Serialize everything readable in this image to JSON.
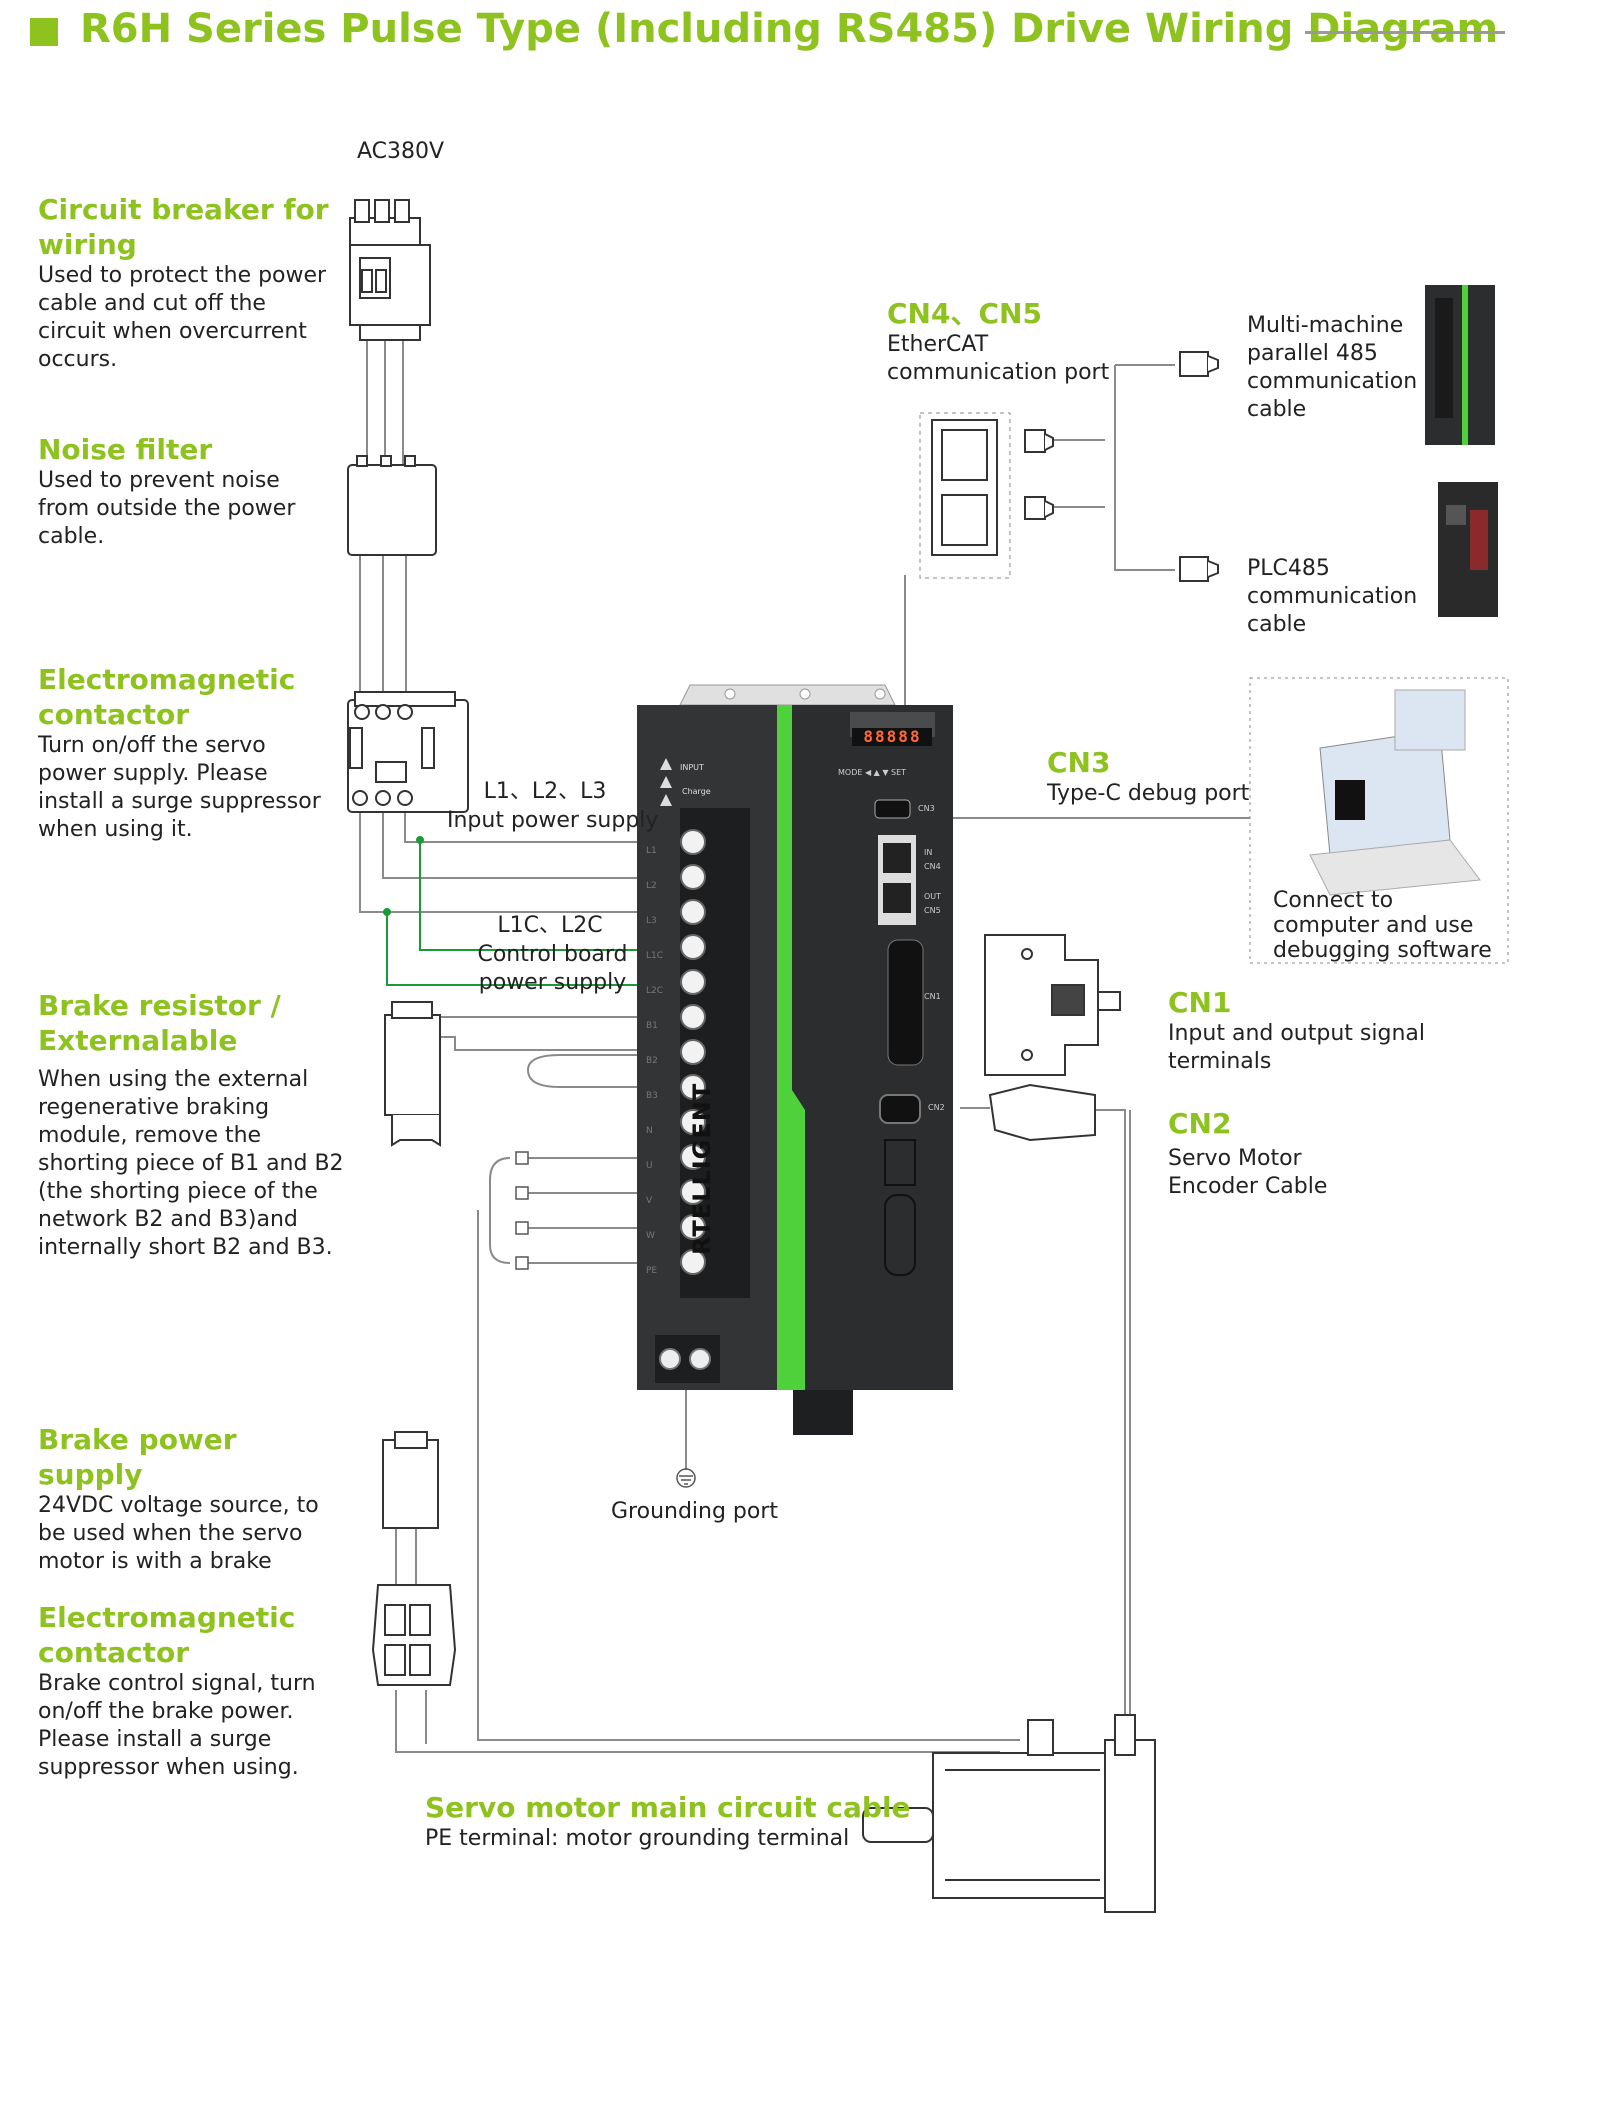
{
  "title": "R6H Series Pulse Type (Including RS485) Drive  Wiring Diagram",
  "power_label": "AC380V",
  "left_sections": [
    {
      "heading": "Circuit breaker for wiring",
      "text": "Used to protect the power cable and cut off the circuit when overcurrent occurs."
    },
    {
      "heading": "Noise filter",
      "text": "Used to prevent noise from outside the power cable."
    },
    {
      "heading": "Electromagnetic contactor",
      "text": "Turn on/off the servo power supply. Please install a surge suppressor when using it."
    },
    {
      "heading": "Brake resistor / Externalable",
      "text": "When using the external regenerative braking module, remove the shorting piece of B1 and B2 (the shorting piece of the network B2 and B3)and internally short B2 and B3."
    },
    {
      "heading": "Brake power supply",
      "text": "24VDC voltage source, to be used when the servo motor is with a brake"
    },
    {
      "heading": "Electromagnetic contactor",
      "text": "Brake control signal, turn on/off the brake power. Please install a surge suppressor when using."
    }
  ],
  "input_power": {
    "terminals": "L1、L2、L3",
    "desc": "Input power supply"
  },
  "control_power": {
    "terminals": "L1C、L2C",
    "desc": "Control board power supply"
  },
  "cn45": {
    "heading": "CN4、CN5",
    "desc": "EtherCAT communication port"
  },
  "multi485": "Multi-machine parallel 485 communication cable",
  "plc485": "PLC485 communication cable",
  "cn3": {
    "heading": "CN3",
    "desc": "Type-C debug port"
  },
  "computer": "Connect to computer and use debugging software",
  "cn1": {
    "heading": "CN1",
    "desc": "Input and output signal terminals"
  },
  "cn2": {
    "heading": "CN2",
    "desc": "Servo Motor Encoder Cable"
  },
  "grounding": "Grounding port",
  "motor_cable": {
    "heading": "Servo motor main circuit cable",
    "desc": "PE terminal: motor grounding terminal"
  },
  "drive": {
    "brand": "RTELLIGENT",
    "display": "88888",
    "input_label": "INPUT",
    "charge_label": "Charge",
    "keys": "MODE ◀ ▲ ▼ SET",
    "terminals": [
      "L1",
      "L2",
      "L3",
      "L1C",
      "L2C",
      "B1",
      "B2",
      "B3",
      "N",
      "U",
      "V",
      "W",
      "PE"
    ],
    "port_labels": {
      "cn3": "CN3",
      "in": "IN",
      "cn4": "CN4",
      "out": "OUT",
      "cn5": "CN5",
      "cn1": "CN1",
      "cn2": "CN2"
    }
  },
  "colors": {
    "accent": "#8dc21f",
    "drive_body": "#2b2d2e",
    "wire": "#888888",
    "control_wire": "#1a9a3a"
  }
}
